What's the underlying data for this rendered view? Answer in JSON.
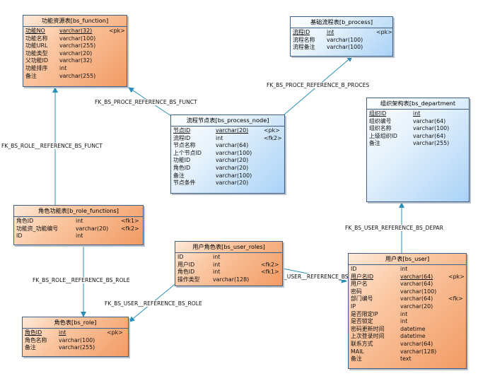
{
  "colors": {
    "line": "#2a8fb8",
    "orange": "#f29b64",
    "blue": "#a9d2f7"
  },
  "entities": {
    "bs_function": {
      "title": "功能资源表[bs_function]",
      "rows": [
        {
          "name": "功能NO",
          "type": "varchar(32)",
          "key": "<pk>",
          "pk": true
        },
        {
          "name": "功能名称",
          "type": "varchar(100)",
          "key": ""
        },
        {
          "name": "功能URL",
          "type": "varchar(255)",
          "key": ""
        },
        {
          "name": "功能类型",
          "type": "varchar(20)",
          "key": ""
        },
        {
          "name": "父功能ID",
          "type": "varchar(32)",
          "key": ""
        },
        {
          "name": "功能排序",
          "type": "int",
          "key": ""
        },
        {
          "name": "备注",
          "type": "varchar(255)",
          "key": ""
        }
      ]
    },
    "b_process": {
      "title": "基础流程表[b_process]",
      "rows": [
        {
          "name": "流程ID",
          "type": "int",
          "key": "<pk>",
          "pk": true
        },
        {
          "name": "流程名称",
          "type": "varchar(100)",
          "key": ""
        },
        {
          "name": "流程备注",
          "type": "varchar(100)",
          "key": ""
        }
      ]
    },
    "bs_process_node": {
      "title": "流程节点表[bs_process_node]",
      "rows": [
        {
          "name": "节点ID",
          "type": "varchar(20)",
          "key": "<pk>",
          "pk": true
        },
        {
          "name": "流程ID",
          "type": "int",
          "key": "<fk2>"
        },
        {
          "name": "节点名称",
          "type": "varchar(64)",
          "key": ""
        },
        {
          "name": "上个节点ID",
          "type": "varchar(100)",
          "key": ""
        },
        {
          "name": "功能ID",
          "type": "varchar(20)",
          "key": ""
        },
        {
          "name": "角色ID",
          "type": "varchar(20)",
          "key": ""
        },
        {
          "name": "备注",
          "type": "varchar(100)",
          "key": ""
        },
        {
          "name": "节点条件",
          "type": "varchar(20)",
          "key": ""
        }
      ]
    },
    "bs_department": {
      "title": "组织架构表[bs_department",
      "rows": [
        {
          "name": "组织ID",
          "type": "int",
          "key": "",
          "pk": true
        },
        {
          "name": "组织编号",
          "type": "varchar(64)",
          "key": ""
        },
        {
          "name": "组织名称",
          "type": "varchar(100)",
          "key": ""
        },
        {
          "name": "上级组织ID",
          "type": "varchar(64)",
          "key": ""
        },
        {
          "name": "备注",
          "type": "varchar(255)",
          "key": ""
        }
      ]
    },
    "b_role_functions": {
      "title": "角色功能表[b_role_functions]",
      "rows": [
        {
          "name": "角色ID",
          "type": "int",
          "key": "<fk1>"
        },
        {
          "name": "功能资_功能编号",
          "type": "varchar(20)",
          "key": "<fk2>"
        },
        {
          "name": "ID",
          "type": "int",
          "key": ""
        }
      ]
    },
    "bs_user_roles": {
      "title": "用户角色表[bs_user_roles]",
      "rows": [
        {
          "name": "ID",
          "type": "int",
          "key": ""
        },
        {
          "name": "用户ID",
          "type": "int",
          "key": "<fk2>"
        },
        {
          "name": "角色ID",
          "type": "int",
          "key": "<fk1>"
        },
        {
          "name": "操作类型",
          "type": "varchar(128)",
          "key": ""
        }
      ]
    },
    "bs_role": {
      "title": "角色表[bs_role]",
      "rows": [
        {
          "name": "角色ID",
          "type": "int",
          "key": "<pk>",
          "pk": true
        },
        {
          "name": "角色名称",
          "type": "varchar(100)",
          "key": ""
        },
        {
          "name": "备注",
          "type": "varchar(255)",
          "key": ""
        }
      ]
    },
    "bs_user": {
      "title": "用户表[bs_user]",
      "rows": [
        {
          "name": "ID",
          "type": "int",
          "key": ""
        },
        {
          "name": "用户名ID",
          "type": "varchar(64)",
          "key": "<pk>",
          "pk": true
        },
        {
          "name": "用户名",
          "type": "varchar(64)",
          "key": ""
        },
        {
          "name": "密码",
          "type": "varchar(100)",
          "key": ""
        },
        {
          "name": "部门编号",
          "type": "varchar(64)",
          "key": "<fk>"
        },
        {
          "name": "IP",
          "type": "varchar(20)",
          "key": ""
        },
        {
          "name": "是否限定IP",
          "type": "int",
          "key": ""
        },
        {
          "name": "是否锁定",
          "type": "int",
          "key": ""
        },
        {
          "name": "密码更新时间",
          "type": "datetime",
          "key": ""
        },
        {
          "name": "上次登录时间",
          "type": "datetime",
          "key": ""
        },
        {
          "name": "联系方式",
          "type": "varchar(64)",
          "key": ""
        },
        {
          "name": "MAIL",
          "type": "varchar(128)",
          "key": ""
        },
        {
          "name": "备注",
          "type": "text",
          "key": ""
        }
      ]
    }
  },
  "relations": {
    "r1": "FK_BS_PROCE_REFERENCE_BS_FUNCT",
    "r2": "FK_BS_PROCE_REFERENCE_B_PROCES",
    "r3": "FK_BS_ROLE__REFERENCE_BS_FUNCT",
    "r4": "FK_BS_ROLE__REFERENCE_BS_ROLE",
    "r5": "FK_BS_USER__REFERENCE_BS_ROLE",
    "r6": "_USER__REFERENCE_BS",
    "r7": "FK_BS_USER_REFERENCE_BS_DEPAR"
  }
}
